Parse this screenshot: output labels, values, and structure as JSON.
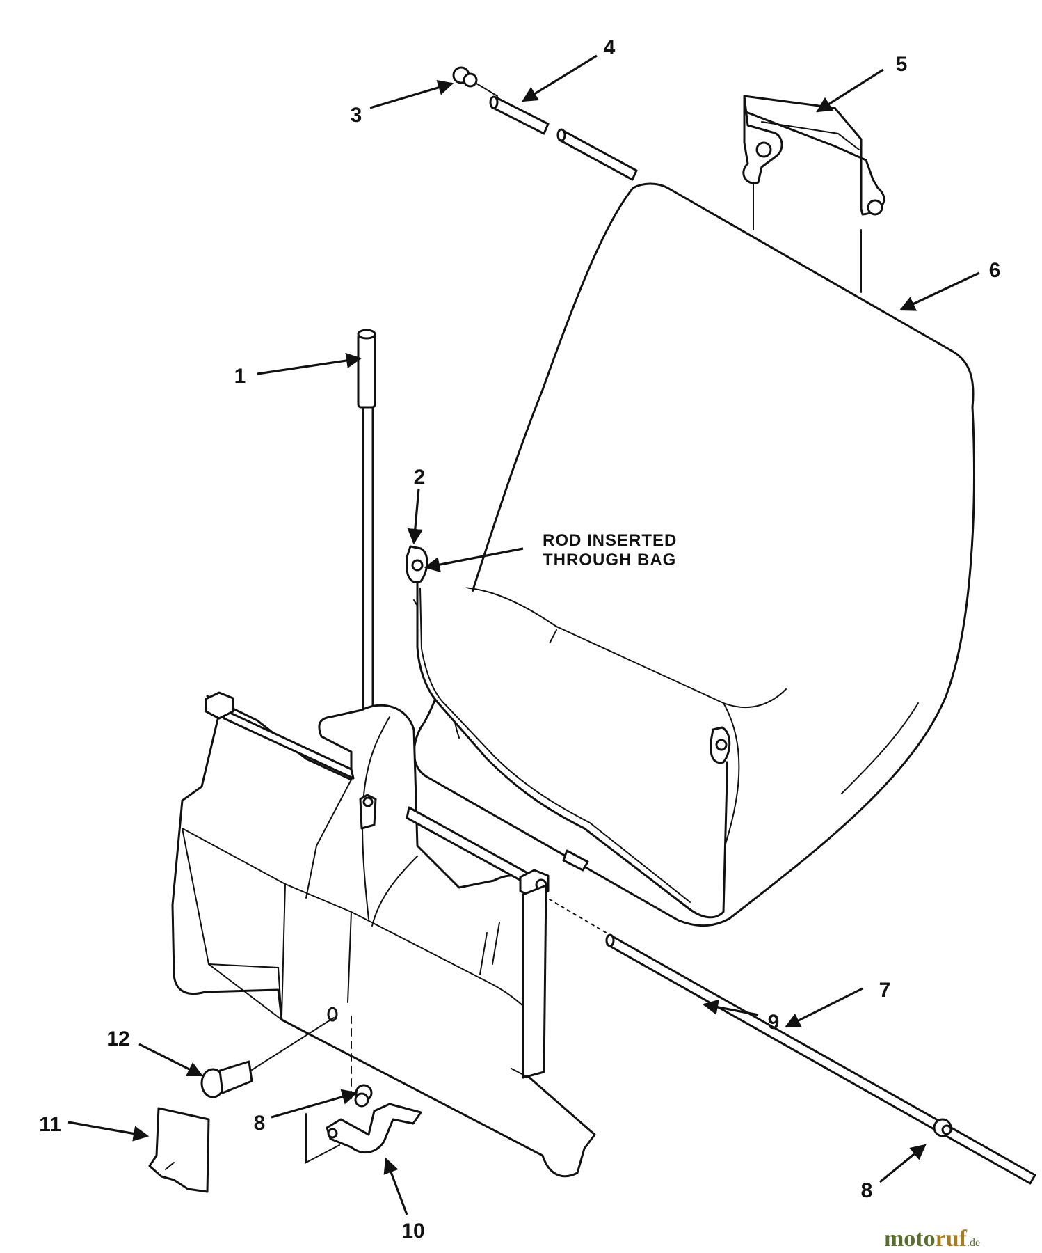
{
  "callouts": {
    "c1": "1",
    "c2": "2",
    "c3": "3",
    "c4": "4",
    "c5": "5",
    "c6": "6",
    "c7": "7",
    "c8a": "8",
    "c8b": "8",
    "c9": "9",
    "c10": "10",
    "c11": "11",
    "c12": "12"
  },
  "note": {
    "line1": "ROD INSERTED",
    "line2": "THROUGH BAG"
  },
  "watermark": {
    "moto": "moto",
    "ruf": "ruf",
    "suffix": ".de",
    "colors": {
      "moto": "#5a6e2e",
      "ruf": "#a67c1e"
    }
  }
}
